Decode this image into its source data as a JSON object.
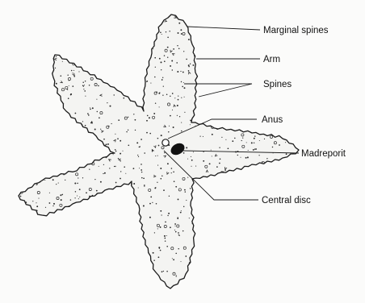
{
  "diagram": {
    "labels": {
      "marginal_spines": "Marginal spines",
      "arm": "Arm",
      "spines": "Spines",
      "anus": "Anus",
      "madreporite": "Madreporit",
      "central_disc": "Central disc"
    },
    "colors": {
      "outline": "#1a1a1a",
      "body_fill": "#f4f4f2",
      "dots": "#2a2a2a",
      "background": "#fbfbfa"
    }
  }
}
